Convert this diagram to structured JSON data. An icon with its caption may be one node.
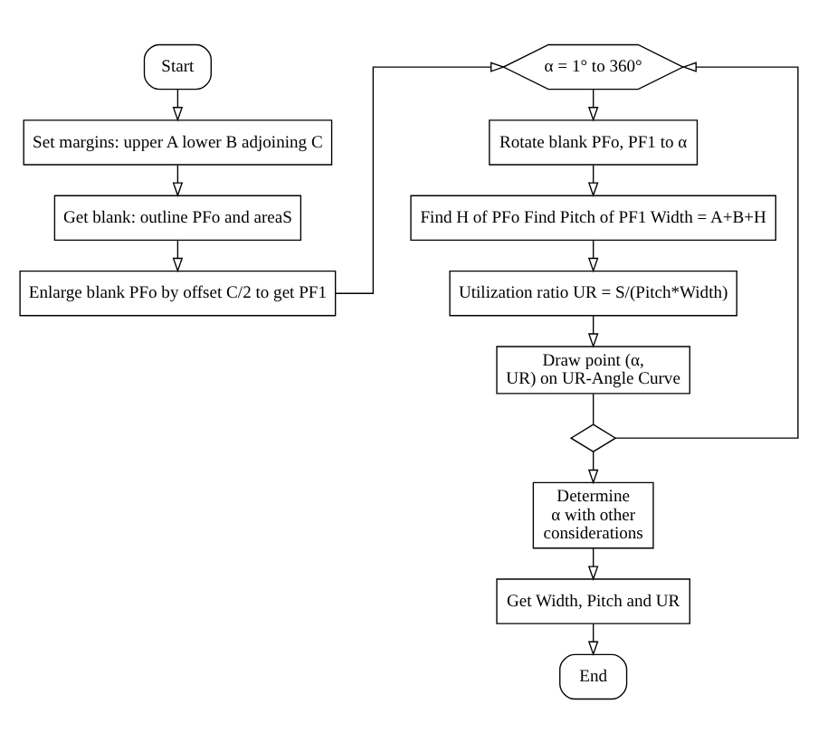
{
  "diagram": {
    "nodes": [
      {
        "text": [
          "Start"
        ]
      },
      {
        "text": [
          "Set margins: upper A lower B adjoining C"
        ]
      },
      {
        "text": [
          "Get blank: outline PFo and areaS"
        ]
      },
      {
        "text": [
          "Enlarge blank PFo by offset C/2 to get PF1"
        ]
      },
      {
        "text": [
          "α = 1° to 360°"
        ]
      },
      {
        "text": [
          "Rotate blank PFo, PF1 to α"
        ]
      },
      {
        "text": [
          "Find H of PFo Find Pitch of PF1 Width = A+B+H"
        ]
      },
      {
        "text": [
          "Utilization ratio UR = S/(Pitch*Width)"
        ]
      },
      {
        "text": [
          "Draw point (α, UR) on UR-Angle Curve"
        ]
      },
      {
        "text": [],
        "shape": "diamond"
      },
      {
        "text": [
          "Determine α with other considerations"
        ]
      },
      {
        "text": [
          "Get Width, Pitch and UR"
        ]
      },
      {
        "text": [
          "End"
        ]
      }
    ],
    "edges": [
      {
        "from": 0,
        "to": 1,
        "arrow": "to"
      },
      {
        "from": 1,
        "to": 2,
        "arrow": "to"
      },
      {
        "from": 2,
        "to": 3,
        "arrow": "to"
      },
      {
        "from": 3,
        "to": 4,
        "arrow": "to"
      },
      {
        "from": 4,
        "to": 5,
        "arrow": "to"
      },
      {
        "from": 5,
        "to": 6,
        "arrow": "to"
      },
      {
        "from": 6,
        "to": 7,
        "arrow": "to"
      },
      {
        "from": 7,
        "to": 8,
        "arrow": "to"
      },
      {
        "from": 8,
        "to": 9,
        "arrow": "none"
      },
      {
        "from": 9,
        "to": 4,
        "arrow": "to"
      },
      {
        "from": 9,
        "to": 10,
        "arrow": "to"
      },
      {
        "from": 10,
        "to": 11,
        "arrow": "to"
      },
      {
        "from": 11,
        "to": 12,
        "arrow": "to"
      }
    ]
  }
}
